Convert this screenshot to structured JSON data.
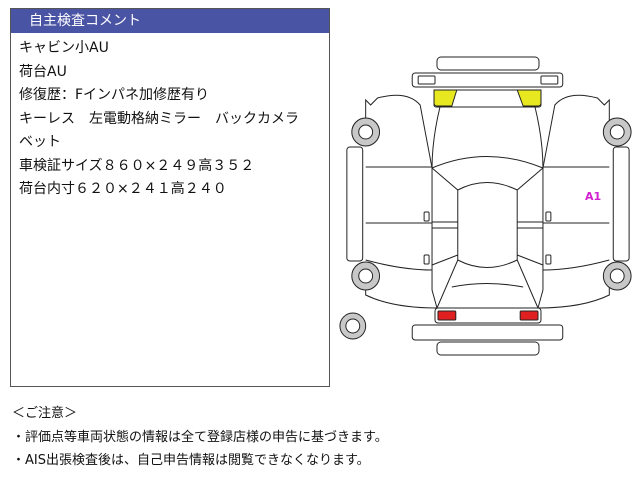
{
  "comment_box": {
    "title": "自主検査コメント",
    "lines": [
      "キャビン小AU",
      "荷台AU",
      "修復歴：Fインパネ加修歴有り",
      "キーレス　左電動格納ミラー　バックカメラ",
      "ベット",
      "車検証サイズ８６０×２４９高３５２",
      "荷台内寸６２０×２４１高２４０"
    ]
  },
  "diagram": {
    "marker": "A1",
    "colors": {
      "headlight": "#e8e820",
      "taillight": "#e02020",
      "marker": "#d020d0",
      "wheel": "#c8c8c8"
    }
  },
  "notes": {
    "heading": "＜ご注意＞",
    "items": [
      "・評価点等車両状態の情報は全て登録店様の申告に基づきます。",
      "・AIS出張検査後は、自己申告情報は閲覧できなくなります。"
    ]
  }
}
